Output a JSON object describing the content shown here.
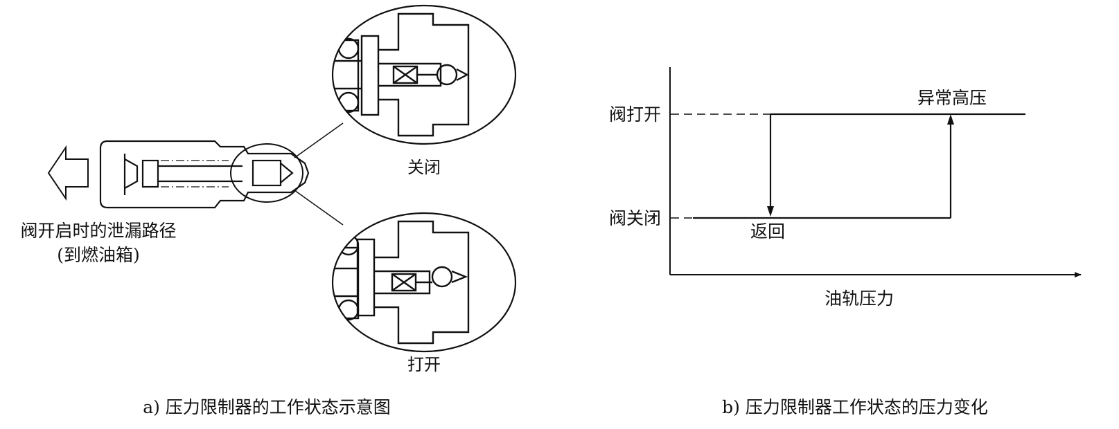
{
  "panel_a": {
    "caption": "a) 压力限制器的工作状态示意图",
    "leak_path_line1": "阀开启时的泄漏路径",
    "leak_path_line2": "(到燃油箱)",
    "state_closed": "关闭",
    "state_open": "打开"
  },
  "panel_b": {
    "caption": "b) 压力限制器工作状态的压力变化",
    "y_label_open": "阀打开",
    "y_label_closed": "阀关闭",
    "annotation_high": "异常高压",
    "annotation_return": "返回",
    "x_axis_label": "油轨压力"
  }
}
